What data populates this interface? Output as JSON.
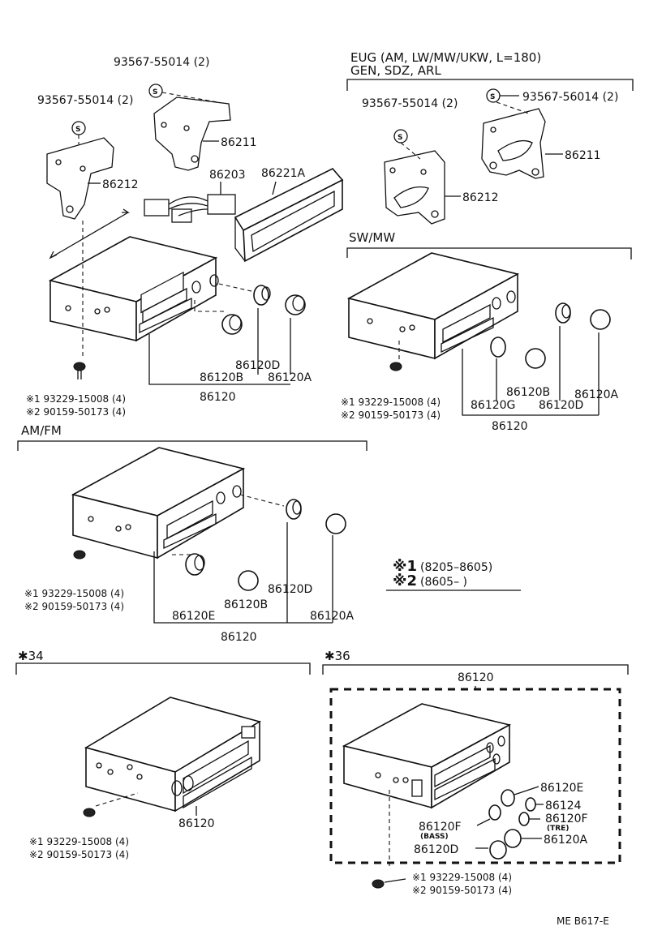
{
  "labels": {
    "screw_qty2": "93567-55014 (2)",
    "screw_qty2_alt": "93567-56014 (2)",
    "p86212": "86212",
    "p86211": "86211",
    "p86203": "86203",
    "p86221A": "86221A",
    "p86120": "86120",
    "p86120A": "86120A",
    "p86120B": "86120B",
    "p86120D": "86120D",
    "p86120E": "86120E",
    "p86120F": "86120F",
    "p86120G": "86120G",
    "p86124": "86124",
    "bass": "(BASS)",
    "tre": "(TRE)",
    "screw1": "※1 93229-15008 (4)",
    "screw2": "※2 90159-50173 (4)",
    "s_mark": "S"
  },
  "sections": {
    "eug_line1": "EUG (AM, LW/MW/UKW, L=180)",
    "eug_line2": "GEN, SDZ, ARL",
    "sw_mw": "SW/MW",
    "am_fm": "AM/FM",
    "s34": "✱34",
    "s36": "✱36"
  },
  "legend": {
    "r1_mark": "※1",
    "r1_text": "(8205–8605)",
    "r2_mark": "※2",
    "r2_text": "(8605–        )"
  },
  "footer": {
    "code": "ME B617-E"
  }
}
